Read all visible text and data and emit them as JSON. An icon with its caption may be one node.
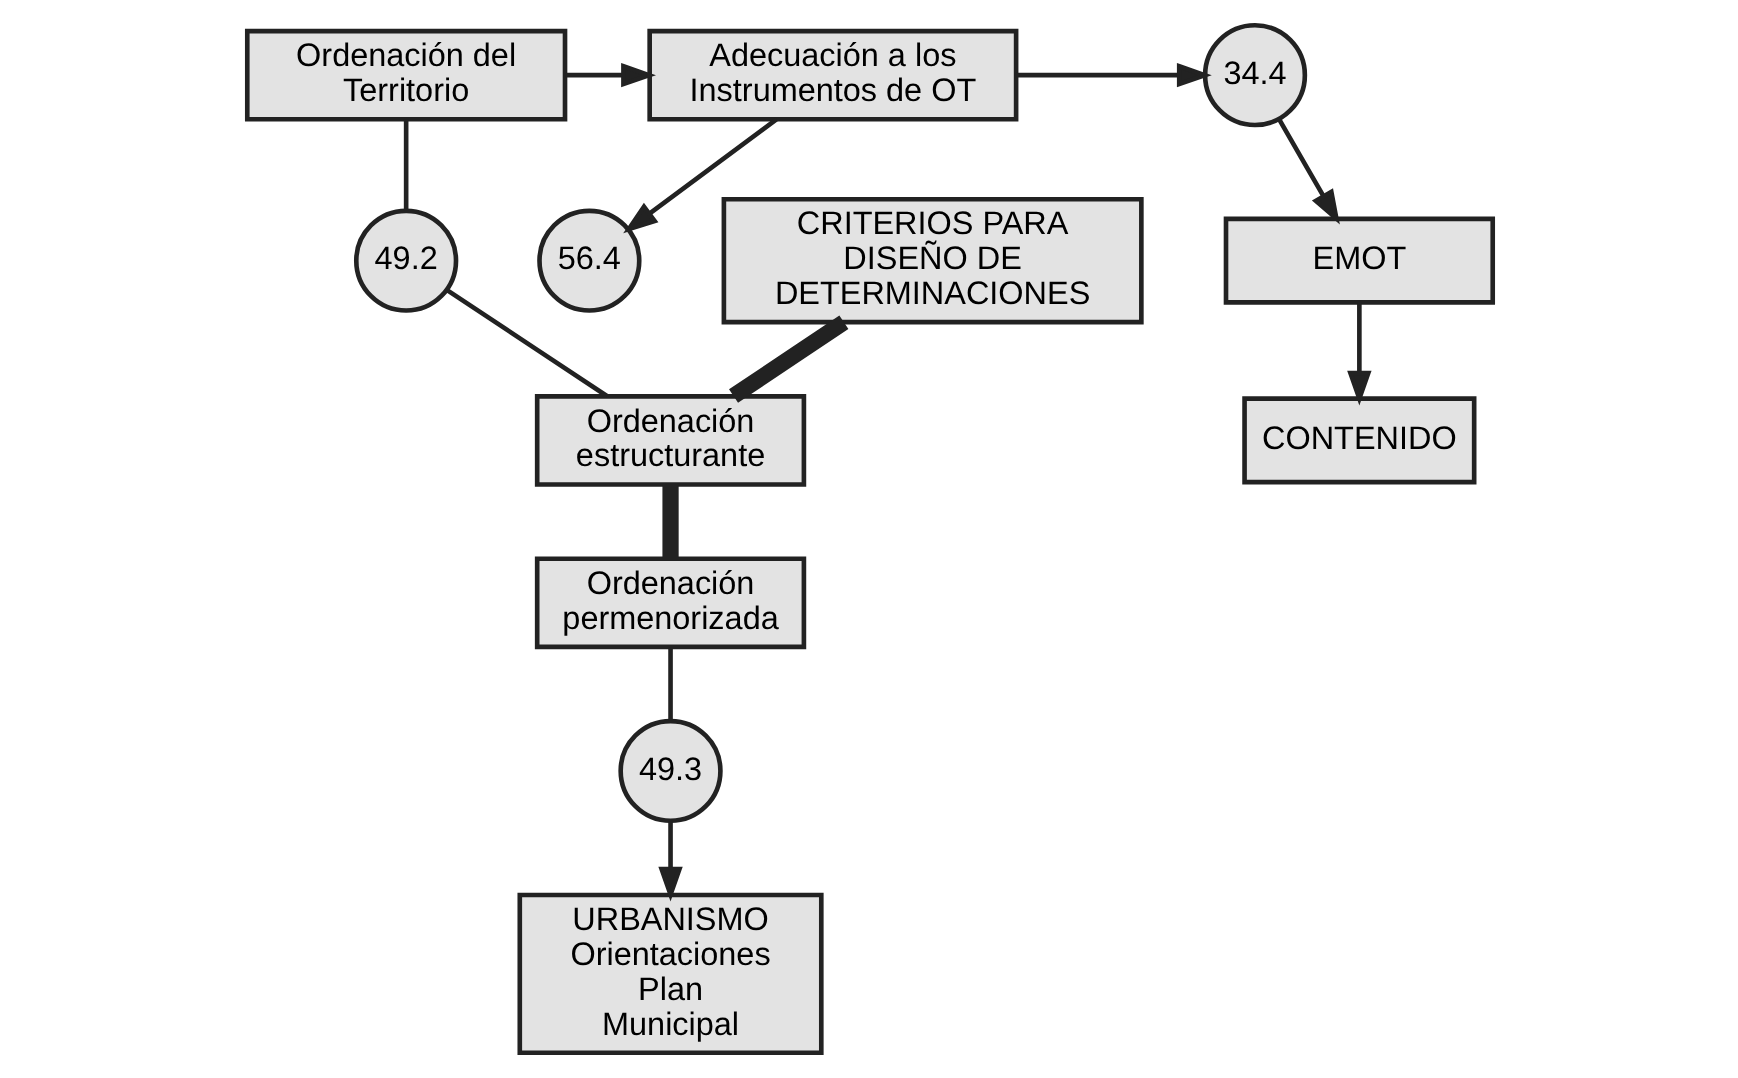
{
  "diagram": {
    "nodes": [
      {
        "text": [
          "34.4"
        ]
      },
      {
        "text": [
          "Adecuación a los Instrumentos de OT"
        ]
      },
      {
        "text": [
          "Ordenación del Territorio"
        ]
      },
      {
        "text": [
          "EMOT"
        ]
      },
      {
        "text": [
          "CONTENIDO"
        ]
      },
      {
        "text": [
          "56.4"
        ]
      },
      {
        "text": [
          "CRITERIOS PARA DISEÑO DE DETERMINACIONES"
        ]
      },
      {
        "text": [
          "49.2"
        ]
      },
      {
        "text": [
          "Ordenación estructurante"
        ]
      },
      {
        "text": [
          "Ordenación permenorizada"
        ]
      },
      {
        "text": [
          "49.3"
        ]
      },
      {
        "text": [
          "URBANISMO Orientaciones Plan Municipal"
        ]
      }
    ],
    "edges": [
      {
        "from": 2,
        "to": 1,
        "arrow": "to"
      },
      {
        "from": 1,
        "to": 0,
        "arrow": "to"
      },
      {
        "from": 0,
        "to": 3,
        "arrow": "to"
      },
      {
        "from": 1,
        "to": 5,
        "arrow": "to"
      },
      {
        "from": 3,
        "to": 4,
        "arrow": "to"
      },
      {
        "from": 2,
        "to": 7,
        "arrow": "none"
      },
      {
        "from": 7,
        "to": 8,
        "arrow": "none"
      },
      {
        "from": 6,
        "to": 8,
        "arrow": "none",
        "style": "thick"
      },
      {
        "from": 8,
        "to": 9,
        "arrow": "none",
        "style": "thick"
      },
      {
        "from": 9,
        "to": 10,
        "arrow": "none"
      },
      {
        "from": 10,
        "to": 11,
        "arrow": "to"
      }
    ]
  }
}
